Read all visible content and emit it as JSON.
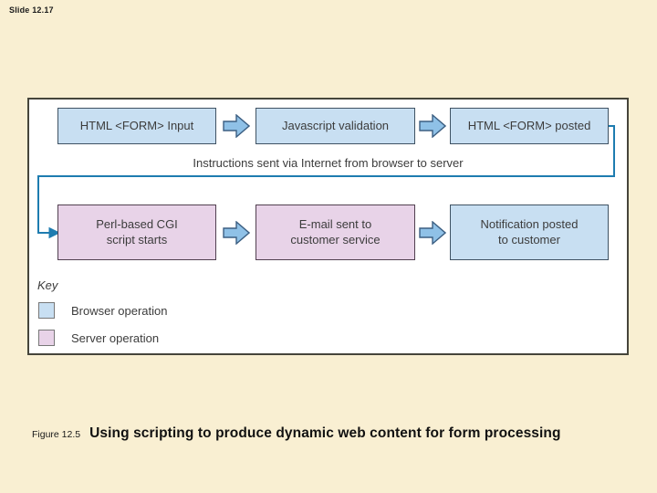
{
  "slide": {
    "label": "Slide 12.17"
  },
  "diagram": {
    "row1": [
      {
        "lines": [
          "HTML <FORM> Input"
        ],
        "type": "browser"
      },
      {
        "lines": [
          "Javascript validation"
        ],
        "type": "browser"
      },
      {
        "lines": [
          "HTML <FORM> posted"
        ],
        "type": "browser"
      }
    ],
    "connector_label": "Instructions sent via Internet from browser to server",
    "row2": [
      {
        "lines": [
          "Perl-based CGI",
          "script starts"
        ],
        "type": "server"
      },
      {
        "lines": [
          "E-mail sent to",
          "customer service"
        ],
        "type": "server"
      },
      {
        "lines": [
          "Notification posted",
          "to customer"
        ],
        "type": "browser"
      }
    ],
    "key": {
      "title": "Key",
      "items": [
        {
          "label": "Browser operation",
          "color": "#c8dff2"
        },
        {
          "label": "Server operation",
          "color": "#e8d3e8"
        }
      ]
    },
    "colors": {
      "browser_fill": "#c8dff2",
      "server_fill": "#e8d3e8",
      "arrow_fill": "#8fc1e7",
      "arrow_stroke": "#3c5f82",
      "connector_line": "#1e7cb0",
      "panel_background": "#ffffff",
      "slide_background": "#f9efd2"
    }
  },
  "caption": {
    "figure": "Figure 12.5",
    "text": "Using scripting to produce dynamic web content for form processing"
  }
}
